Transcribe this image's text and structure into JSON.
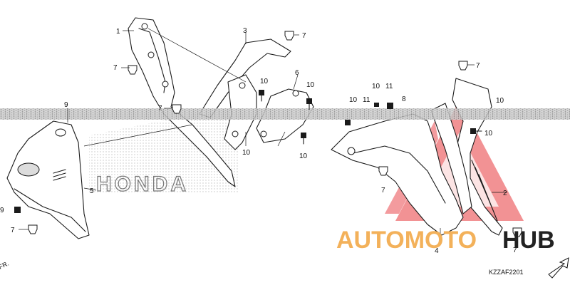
{
  "diagram": {
    "code": "KZZAF2201",
    "front_marker": "FR.",
    "decal_text": "HONDA",
    "watermark": {
      "part1": "AUTOMOTO",
      "part2": "HUB",
      "color1": "#f3b15a",
      "color2": "#222222",
      "logo_color": "#e8383d"
    },
    "callouts": [
      {
        "id": "c1",
        "text": "1"
      },
      {
        "id": "c2",
        "text": "2"
      },
      {
        "id": "c3",
        "text": "3"
      },
      {
        "id": "c4",
        "text": "4"
      },
      {
        "id": "c5",
        "text": "5"
      },
      {
        "id": "c6",
        "text": "6"
      },
      {
        "id": "c7a",
        "text": "7"
      },
      {
        "id": "c7b",
        "text": "7"
      },
      {
        "id": "c7c",
        "text": "7"
      },
      {
        "id": "c7d",
        "text": "7"
      },
      {
        "id": "c7e",
        "text": "7"
      },
      {
        "id": "c7f",
        "text": "7"
      },
      {
        "id": "c7g",
        "text": "7"
      },
      {
        "id": "c8",
        "text": "8"
      },
      {
        "id": "c9a",
        "text": "9"
      },
      {
        "id": "c9b",
        "text": "9"
      },
      {
        "id": "c10a",
        "text": "10"
      },
      {
        "id": "c10b",
        "text": "10"
      },
      {
        "id": "c10c",
        "text": "10"
      },
      {
        "id": "c10d",
        "text": "10"
      },
      {
        "id": "c10e",
        "text": "10"
      },
      {
        "id": "c10f",
        "text": "10"
      },
      {
        "id": "c10g",
        "text": "10"
      },
      {
        "id": "c10h",
        "text": "10"
      },
      {
        "id": "c11a",
        "text": "11"
      },
      {
        "id": "c11b",
        "text": "11"
      }
    ]
  }
}
